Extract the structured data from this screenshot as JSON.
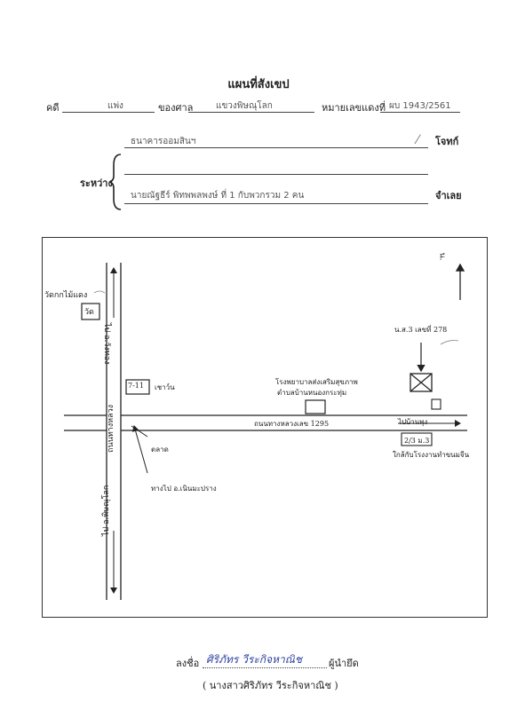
{
  "header": {
    "title": "แผนที่สังเขป",
    "case_label": "คดี",
    "case_value": "แพ่ง",
    "court_label": "ของศาล",
    "court_value": "แขวงพิษณุโลก",
    "number_label": "หมายเลขแดงที่",
    "number_value": "ผบ 1943/2561"
  },
  "parties": {
    "between_label": "ระหว่าง",
    "plaintiff": "ธนาคารออมสินฯ",
    "plaintiff_role": "โจทก์",
    "defendant": "นายณัฐธีร์ พิทพพลพงษ์ ที่ 1 กับพวกรวม 2 คน",
    "defendant_role": "จำเลย"
  },
  "map": {
    "north": "น.",
    "temple": "วัดกกไม้แดง",
    "temple_box": "วัด",
    "road_to_wang_thong": "ไป อ.วังทอง",
    "road_to_phitsanulok": "ไป อ.พิษณุโลก",
    "seven_eleven": "7-11",
    "chaos_left": "เชาว์น",
    "road_name_vertical": "ถนนทางหลวง",
    "hospital_line1": "โรงพยาบาลส่งเสริมสุขภาพ",
    "hospital_line2": "ตำบลบ้านหนองกระทุ่ม",
    "highway": "ถนนทางหลวงเลข 1295",
    "to_phrom_phiram": "ไปบ้านพุง",
    "deed_label": "น.ส.3 เลขที่ 278",
    "market": "ตลาด",
    "to_noen_maprang": "ทางไป อ.เนินมะปราง",
    "house_no": "2/3 ม.3",
    "near_factory": "ใกล้กับโรงงานทำขนมจีน"
  },
  "signature": {
    "sign_label": "ลงชื่อ",
    "sign_value": "ศิริภัทร วีระกิจหาณิช",
    "role": "ผู้นำยึด",
    "printed_name": "( นางสาวศิริภัทร วีระกิจหาณิช )"
  }
}
